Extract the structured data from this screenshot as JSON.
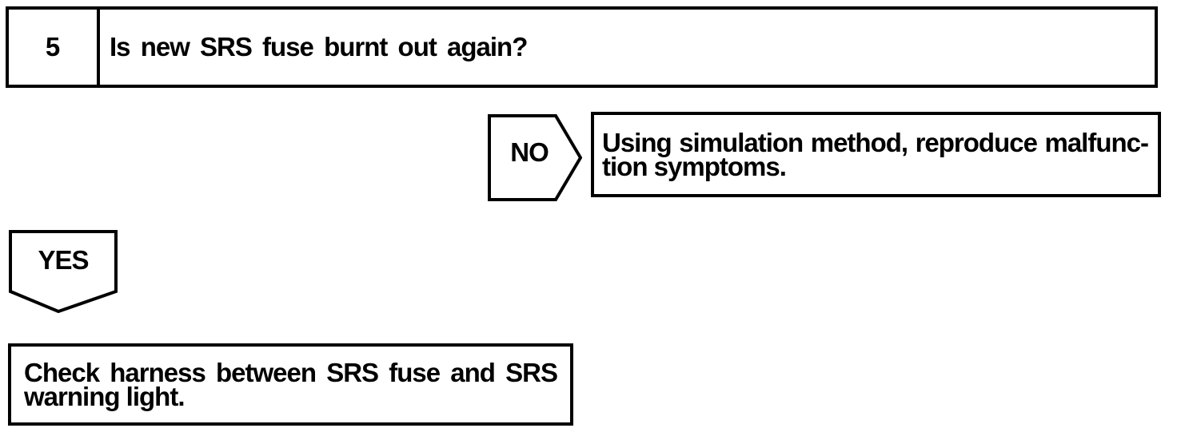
{
  "page": {
    "background": "#ffffff",
    "ink": "#000000"
  },
  "flowchart": {
    "step": {
      "number": "5",
      "question": "Is new SRS fuse burnt out again?"
    },
    "no_branch": {
      "connector_label": "NO",
      "action_line1": "Using simulation method, reproduce malfunc-",
      "action_line2": "tion symptoms."
    },
    "yes_branch": {
      "connector_label": "YES",
      "action_line1": "Check harness between SRS fuse and SRS",
      "action_line2": "warning light."
    }
  }
}
